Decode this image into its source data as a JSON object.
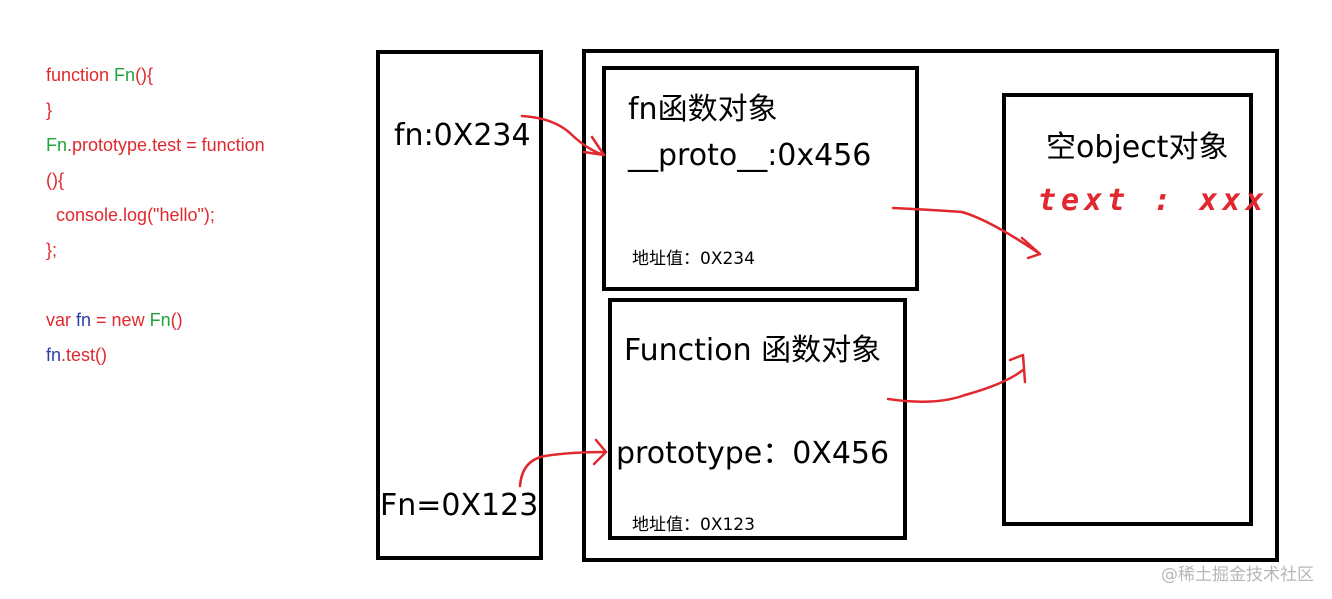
{
  "code": {
    "lines": [
      {
        "parts": [
          {
            "text": "function ",
            "color": "#e0282e"
          },
          {
            "text": "Fn",
            "color": "#22a53a"
          },
          {
            "text": "(){",
            "color": "#e0282e"
          }
        ]
      },
      {
        "parts": [
          {
            "text": "}",
            "color": "#e0282e"
          }
        ]
      },
      {
        "parts": [
          {
            "text": "Fn",
            "color": "#22a53a"
          },
          {
            "text": ".prototype.test = function",
            "color": "#e0282e"
          }
        ]
      },
      {
        "parts": [
          {
            "text": "(){",
            "color": "#e0282e"
          }
        ]
      },
      {
        "parts": [
          {
            "text": "  console.log(\"hello\");",
            "color": "#e0282e"
          }
        ]
      },
      {
        "parts": [
          {
            "text": "};",
            "color": "#e0282e"
          }
        ]
      },
      {
        "parts": []
      },
      {
        "parts": [
          {
            "text": "var ",
            "color": "#e0282e"
          },
          {
            "text": "fn",
            "color": "#2b3fa8"
          },
          {
            "text": " = new ",
            "color": "#e0282e"
          },
          {
            "text": "Fn",
            "color": "#22a53a"
          },
          {
            "text": "()",
            "color": "#e0282e"
          }
        ]
      },
      {
        "parts": [
          {
            "text": "fn",
            "color": "#2b3fa8"
          },
          {
            "text": ".test()",
            "color": "#e0282e"
          }
        ]
      }
    ]
  },
  "stack": {
    "fn_ref": "fn:0X234",
    "Fn_ref": "Fn=0X123"
  },
  "heap": {
    "fn_object": {
      "title": "fn函数对象",
      "proto": "__proto__:0x456",
      "address": "地址值：0X234"
    },
    "function_object": {
      "title": "Function 函数对象",
      "prototype": "prototype：0X456",
      "address": "地址值：0X123"
    },
    "empty_object": {
      "title": "空object对象",
      "entry": "text : xxx"
    }
  },
  "watermark": "@稀土掘金技术社区",
  "colors": {
    "arrow": "#e0282e",
    "code_keyword": "#e0282e",
    "code_constructor": "#22a53a",
    "code_variable": "#2b3fa8",
    "box_border": "#000000"
  }
}
